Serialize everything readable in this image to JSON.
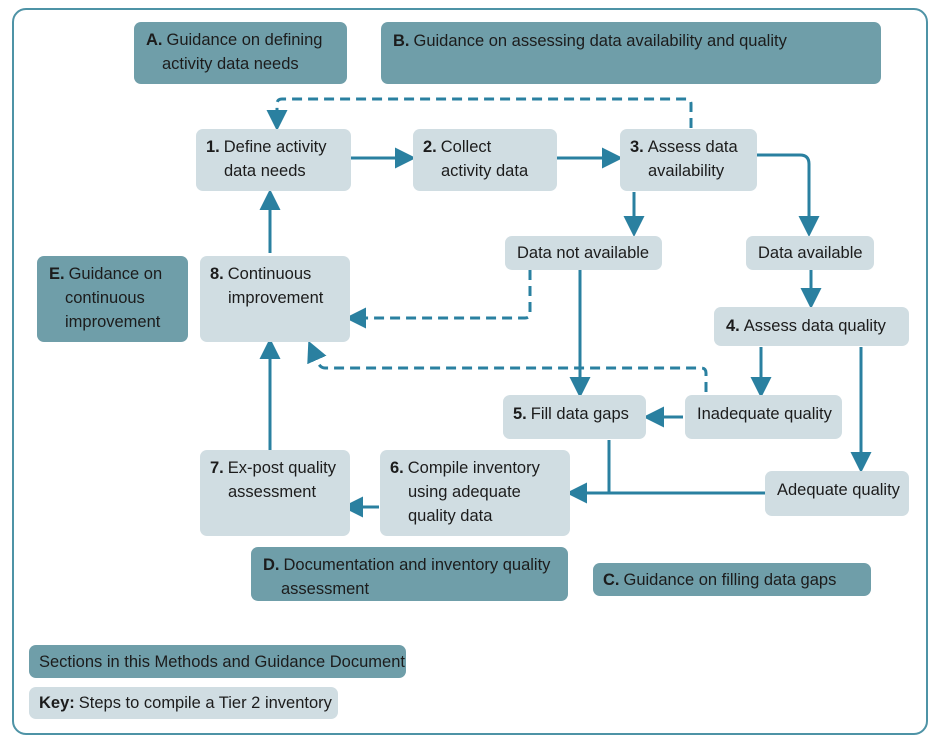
{
  "guidance": {
    "a": {
      "letter": "A.",
      "line1": "Guidance on defining",
      "line2": "activity data needs"
    },
    "b": {
      "letter": "B.",
      "line1": "Guidance on assessing data availability and quality"
    },
    "c": {
      "letter": "C.",
      "line1": "Guidance on filling data gaps"
    },
    "d": {
      "letter": "D.",
      "line1": "Documentation and inventory quality",
      "line2": "assessment"
    },
    "e": {
      "letter": "E.",
      "line1": "Guidance on",
      "line2": "continuous",
      "line3": "improvement"
    }
  },
  "steps": {
    "s1": {
      "num": "1.",
      "line1": "Define activity",
      "line2": "data needs"
    },
    "s2": {
      "num": "2.",
      "line1": "Collect",
      "line2": "activity data"
    },
    "s3": {
      "num": "3.",
      "line1": "Assess data",
      "line2": "availability"
    },
    "s4": {
      "num": "4.",
      "line1": "Assess data quality"
    },
    "s5": {
      "num": "5.",
      "line1": "Fill data gaps"
    },
    "s6": {
      "num": "6.",
      "line1": "Compile inventory",
      "line2": "using adequate",
      "line3": "quality data"
    },
    "s7": {
      "num": "7.",
      "line1": "Ex-post quality",
      "line2": "assessment"
    },
    "s8": {
      "num": "8.",
      "line1": "Continuous",
      "line2": "improvement"
    }
  },
  "labels": {
    "data_not_available": "Data not available",
    "data_available": "Data available",
    "inadequate_quality": "Inadequate quality",
    "adequate_quality": "Adequate quality"
  },
  "legend": {
    "sections": "Sections in this Methods and Guidance Document",
    "key_prefix": "Key:",
    "key_text": "Steps to compile a Tier 2 inventory"
  },
  "colors": {
    "guidance": "#6f9ea9",
    "step": "#d0dde2",
    "arrow": "#2a80a0",
    "frame": "#4e93a6"
  }
}
